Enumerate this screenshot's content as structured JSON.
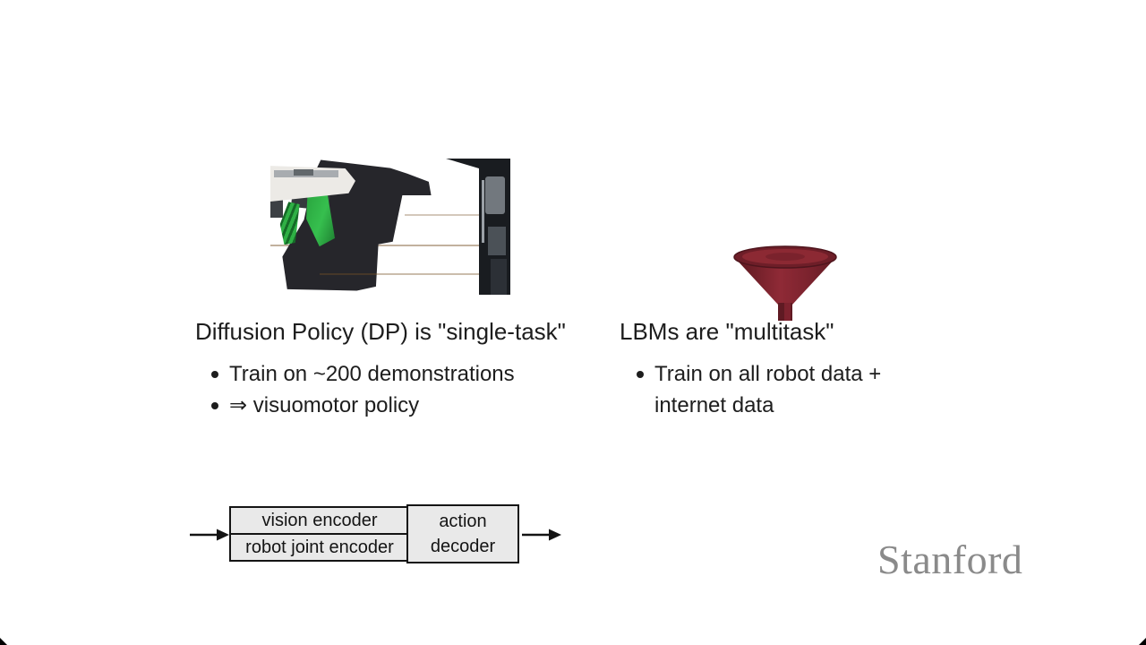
{
  "colors": {
    "background": "#ffffff",
    "text": "#1d1d1d",
    "funnel_maroon": "#7a1f2b",
    "stanford_gray": "#8a8a8a",
    "diagram_box_fill": "#e9e9e9",
    "diagram_line": "#141414"
  },
  "photo": {
    "description": "Robot gripper with green fin fingers manipulating a black t-shirt on a wooden table"
  },
  "icons": {
    "funnel": "funnel-icon",
    "bullet": "bullet-dot-icon",
    "input_arrow": "arrow-right-icon",
    "output_arrow": "arrow-right-icon"
  },
  "left_column": {
    "title": "Diffusion Policy (DP) is \"single-task\"",
    "bullets": [
      "Train on ~200 demonstrations",
      "⇒ visuomotor policy"
    ]
  },
  "right_column": {
    "title": "LBMs are \"multitask\"",
    "bullets": [
      "Train on all robot data + internet data"
    ]
  },
  "diagram": {
    "encoder_rows": [
      "vision encoder",
      "robot joint encoder"
    ],
    "decoder_lines": [
      "action",
      "decoder"
    ]
  },
  "branding": {
    "wordmark": "Stanford"
  }
}
